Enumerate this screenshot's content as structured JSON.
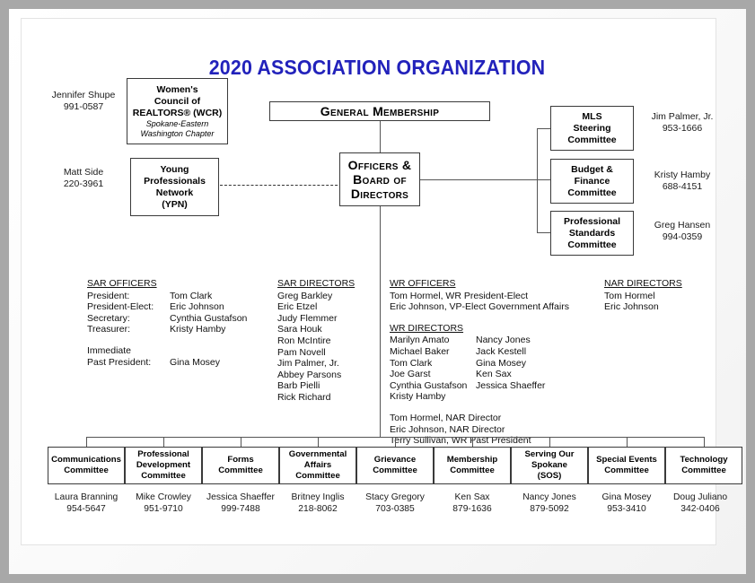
{
  "document": {
    "title": "2020 ASSOCIATION ORGANIZATION",
    "title_color": "#2222bb"
  },
  "nodes": {
    "wcr": {
      "line1": "Women's",
      "line2": "Council of",
      "line3": "REALTORS® (WCR)",
      "sub1": "Spokane-Eastern",
      "sub2": "Washington Chapter",
      "contact_name": "Jennifer Shupe",
      "contact_phone": "991-0587"
    },
    "ypn": {
      "line1": "Young",
      "line2": "Professionals",
      "line3": "Network",
      "line4": "(YPN)",
      "contact_name": "Matt Side",
      "contact_phone": "220-3961"
    },
    "general_membership": {
      "label": "General Membership"
    },
    "board": {
      "line1": "Officers &",
      "line2": "Board of",
      "line3": "Directors"
    },
    "mls": {
      "line1": "MLS",
      "line2": "Steering",
      "line3": "Committee",
      "contact_name": "Jim Palmer, Jr.",
      "contact_phone": "953-1666"
    },
    "budget": {
      "line1": "Budget &",
      "line2": "Finance",
      "line3": "Committee",
      "contact_name": "Kristy Hamby",
      "contact_phone": "688-4151"
    },
    "prof_standards": {
      "line1": "Professional",
      "line2": "Standards",
      "line3": "Committee",
      "contact_name": "Greg Hansen",
      "contact_phone": "994-0359"
    }
  },
  "rosters": {
    "sar_officers": {
      "heading": "SAR OFFICERS",
      "entries": [
        {
          "role": "President:",
          "name": "Tom Clark"
        },
        {
          "role": "President-Elect:",
          "name": "Eric Johnson"
        },
        {
          "role": "Secretary:",
          "name": "Cynthia Gustafson"
        },
        {
          "role": "Treasurer:",
          "name": "Kristy Hamby"
        }
      ],
      "past_label_line1": "Immediate",
      "past_label_line2": "Past President:",
      "past_name": "Gina Mosey"
    },
    "sar_directors": {
      "heading": "SAR DIRECTORS",
      "names": [
        "Greg Barkley",
        "Eric Etzel",
        "Judy Flemmer",
        "Sara Houk",
        "Ron McIntire",
        "Pam Novell",
        "Jim Palmer, Jr.",
        "Abbey Parsons",
        "Barb Pielli",
        "Rick Richard"
      ]
    },
    "wr_officers": {
      "heading": "WR OFFICERS",
      "names": [
        "Tom Hormel, WR President-Elect",
        "Eric Johnson, VP-Elect Government Affairs"
      ]
    },
    "wr_directors": {
      "heading": "WR DIRECTORS",
      "col_a": [
        "Marilyn Amato",
        "Michael Baker",
        "Tom Clark",
        "Joe Garst",
        "Cynthia Gustafson",
        "Kristy Hamby"
      ],
      "col_b": [
        "Nancy Jones",
        "Jack Kestell",
        "Gina Mosey",
        "Ken Sax",
        "Jessica Shaeffer"
      ]
    },
    "wr_nar": {
      "names": [
        "Tom Hormel, NAR Director",
        "Eric Johnson, NAR Director",
        "Terry Sullivan, WR Past President"
      ]
    },
    "nar_directors": {
      "heading": "NAR DIRECTORS",
      "names": [
        "Tom Hormel",
        "Eric Johnson"
      ]
    }
  },
  "committees": [
    {
      "line1": "Communications",
      "line2": "Committee",
      "line3": "",
      "contact_name": "Laura Branning",
      "contact_phone": "954-5647"
    },
    {
      "line1": "Professional",
      "line2": "Development",
      "line3": "Committee",
      "contact_name": "Mike Crowley",
      "contact_phone": "951-9710"
    },
    {
      "line1": "Forms",
      "line2": "Committee",
      "line3": "",
      "contact_name": "Jessica Shaeffer",
      "contact_phone": "999-7488"
    },
    {
      "line1": "Governmental",
      "line2": "Affairs",
      "line3": "Committee",
      "contact_name": "Britney Inglis",
      "contact_phone": "218-8062"
    },
    {
      "line1": "Grievance",
      "line2": "Committee",
      "line3": "",
      "contact_name": "Stacy Gregory",
      "contact_phone": "703-0385"
    },
    {
      "line1": "Membership",
      "line2": "Committee",
      "line3": "",
      "contact_name": "Ken Sax",
      "contact_phone": "879-1636"
    },
    {
      "line1": "Serving Our",
      "line2": "Spokane",
      "line3": "(SOS)",
      "contact_name": "Nancy Jones",
      "contact_phone": "879-5092"
    },
    {
      "line1": "Special Events",
      "line2": "Committee",
      "line3": "",
      "contact_name": "Gina Mosey",
      "contact_phone": "953-3410"
    },
    {
      "line1": "Technology",
      "line2": "Committee",
      "line3": "",
      "contact_name": "Doug Juliano",
      "contact_phone": "342-0406"
    }
  ]
}
